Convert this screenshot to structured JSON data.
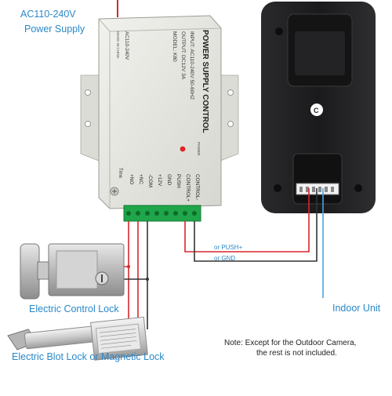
{
  "labels": {
    "power_supply": [
      "AC110-240V",
      "Power Supply"
    ],
    "control_lock": "Electric Control Lock",
    "blot_lock": "Electric Blot Lock or Magnetic Lock",
    "indoor_unit": "Indoor Unit",
    "wire_push": "or PUSH+",
    "wire_gnd": "or GND"
  },
  "psu": {
    "title": "POWER SUPPLY CONTROL",
    "input": "INPUT: AC110-240V  50-60HZ",
    "output": "OUTPUT: DC12V  3A",
    "model": "MODEL: K80",
    "voltage": "AC110-240V",
    "made_in": "MADE IN CHINA",
    "power_led": "POWER",
    "time": "Time",
    "terminals": [
      "+NO",
      "+NC",
      "-COM",
      "+12V",
      "GND",
      "PUSH",
      "CONTROL+",
      "CONTROL-"
    ]
  },
  "note": {
    "line1": "Note:  Except for the Outdoor Camera,",
    "line2": "the rest is not included."
  },
  "colors": {
    "label": "#2a88c8",
    "wire_red": "#d8262b",
    "wire_black": "#333333",
    "wire_lightblue": "#4aa3e0",
    "terminal_green": "#1fa64a",
    "psu_body": "#e9e9e4",
    "camera_body": "#1f1f21"
  }
}
